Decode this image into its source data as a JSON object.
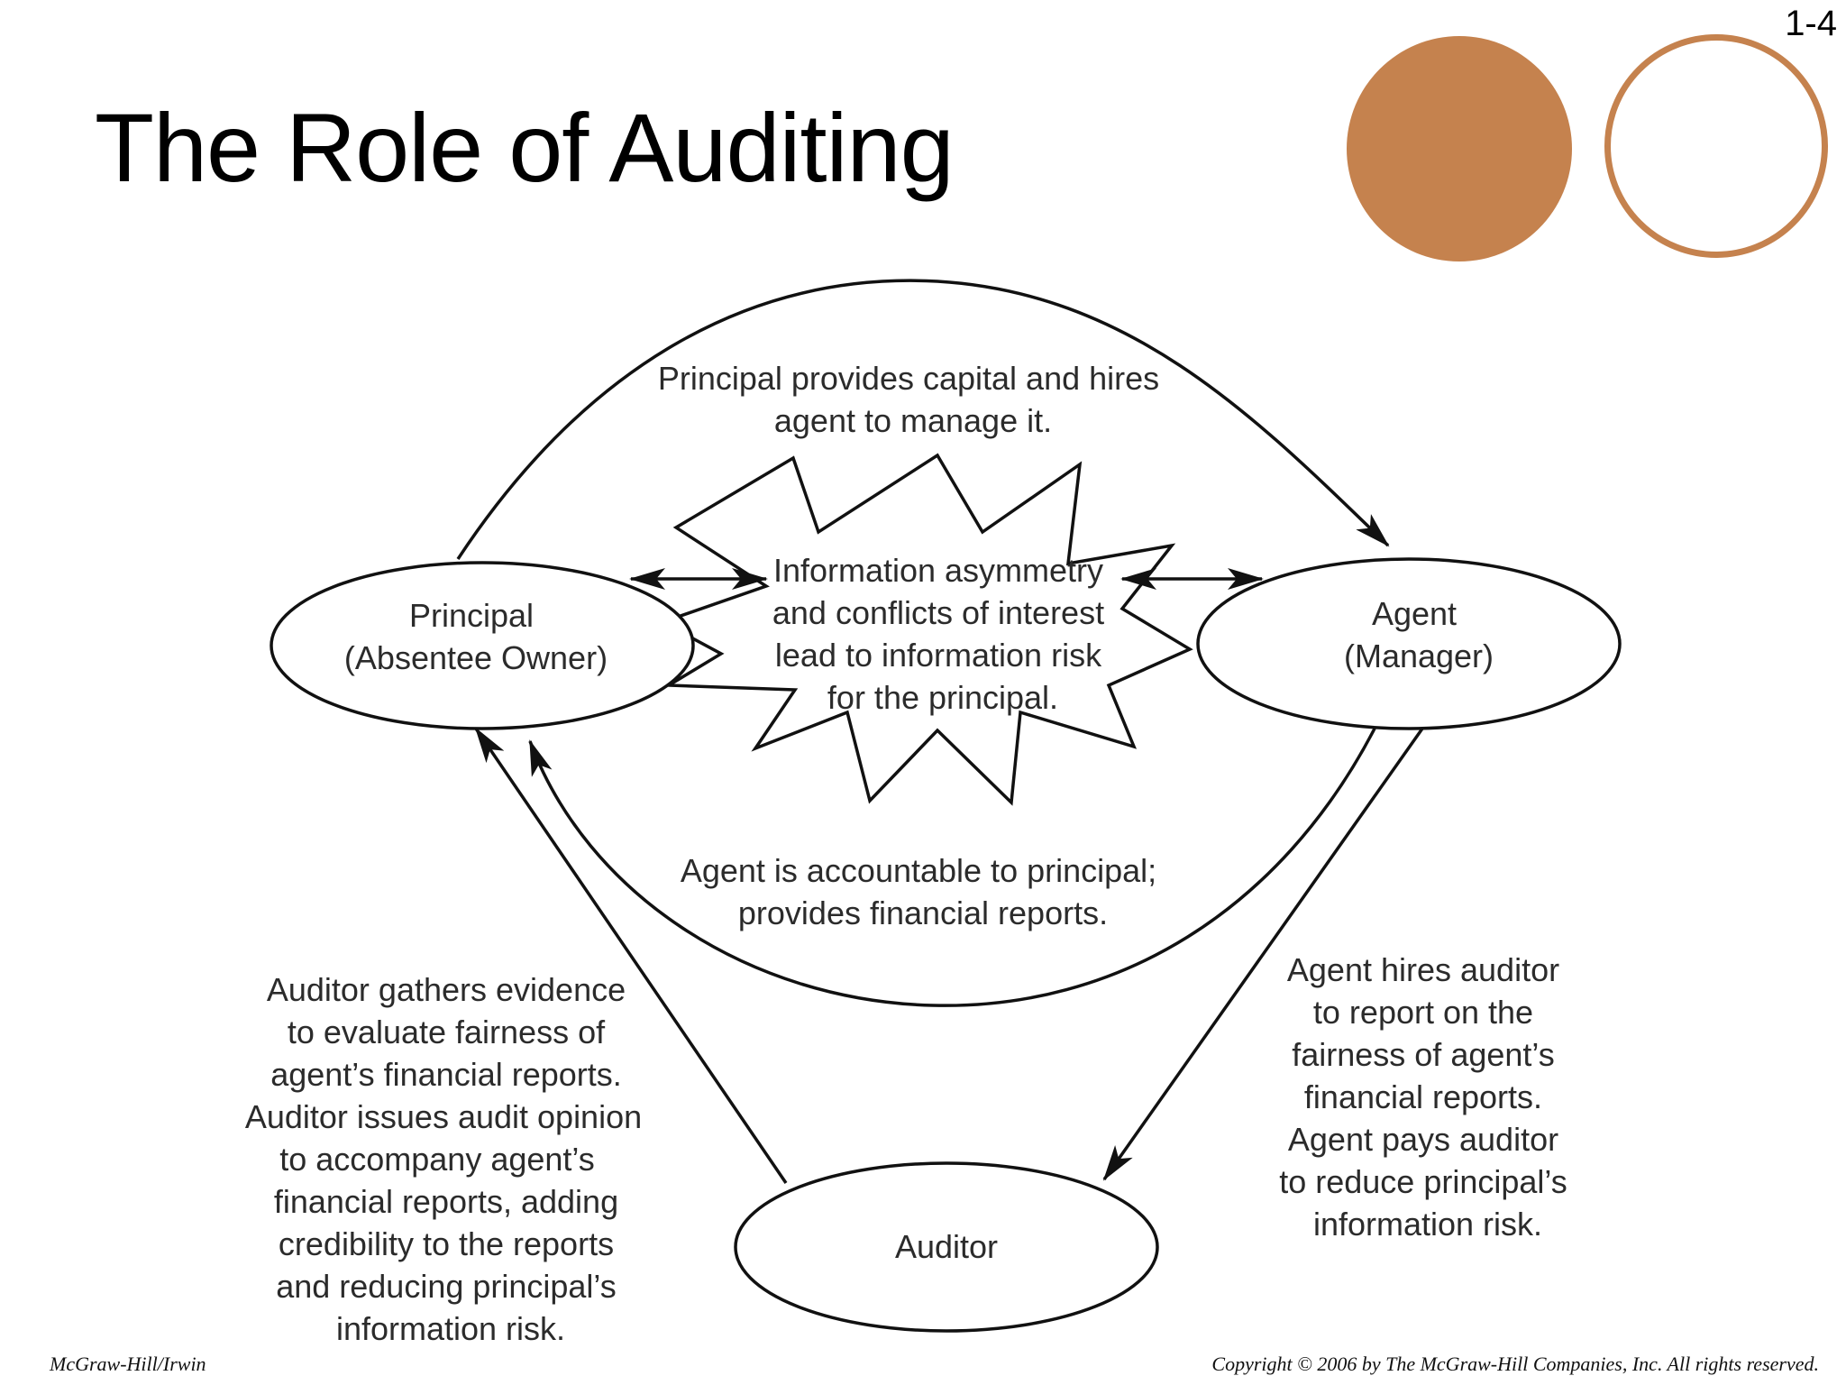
{
  "page_number": "1-4",
  "title": "The Role of Auditing",
  "colors": {
    "accent": "#c5824e",
    "line": "#111111",
    "text": "#2b2b2b"
  },
  "diagram": {
    "nodes": {
      "principal": {
        "lines": [
          "Principal",
          "(Absentee Owner)"
        ]
      },
      "agent": {
        "lines": [
          "Agent",
          "(Manager)"
        ]
      },
      "auditor": {
        "lines": [
          "Auditor"
        ]
      }
    },
    "starburst": {
      "lines": [
        "Information asymmetry",
        "and conflicts of interest",
        "lead to information risk",
        "for the principal."
      ]
    },
    "labels": {
      "top": [
        "Principal provides capital and hires",
        "agent to manage it."
      ],
      "middle": [
        "Agent is accountable to principal;",
        "provides financial reports."
      ],
      "left": [
        "Auditor gathers evidence",
        "to evaluate fairness of",
        "agent’s financial reports.",
        "Auditor issues audit opinion",
        "to accompany agent’s",
        "financial reports, adding",
        "credibility to the reports",
        "and reducing principal’s",
        "information risk."
      ],
      "right": [
        "Agent hires auditor",
        "to report on the",
        "fairness of agent’s",
        "financial reports.",
        "Agent pays auditor",
        "to reduce principal’s",
        "information risk."
      ]
    }
  },
  "footer": {
    "left": "McGraw-Hill/Irwin",
    "right": "Copyright © 2006 by The McGraw-Hill Companies, Inc. All rights reserved."
  }
}
